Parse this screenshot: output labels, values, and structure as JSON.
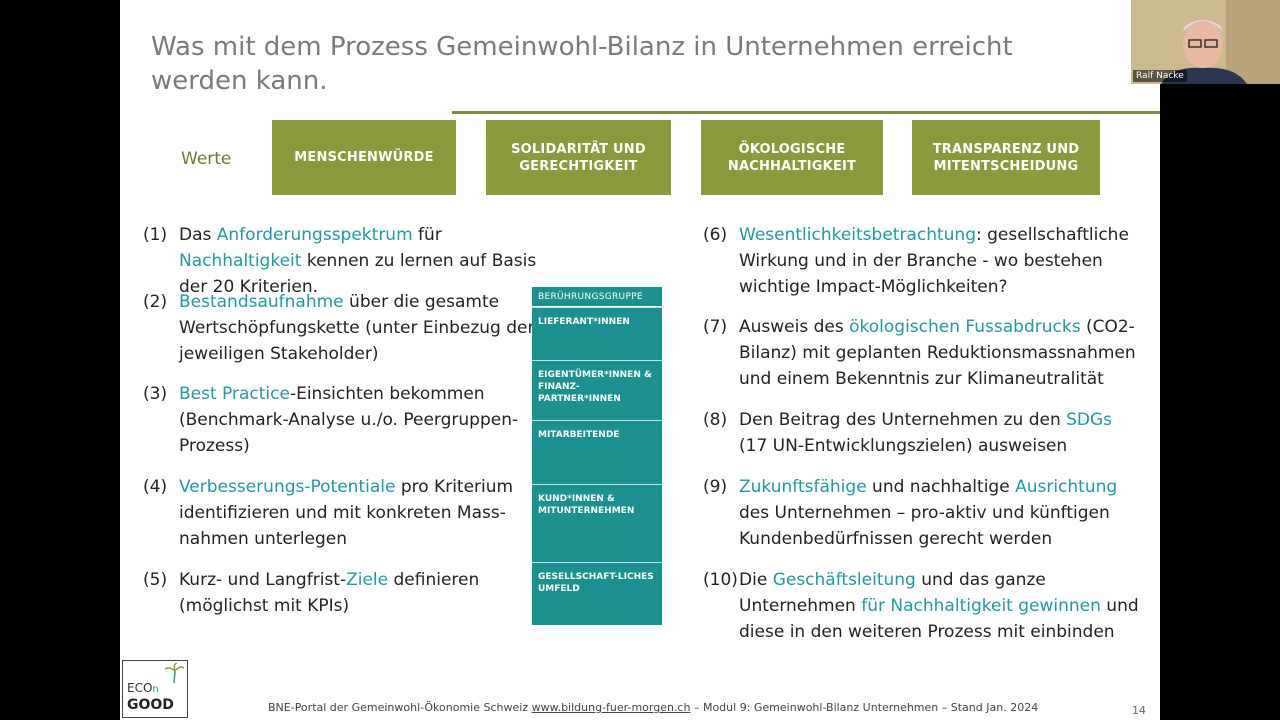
{
  "slide": {
    "title": "Was mit dem Prozess Gemeinwohl-Bilanz in Unternehmen erreicht werden kann.",
    "werte_label": "Werte",
    "values": [
      "MENSCHENWÜRDE",
      "SOLIDARITÄT UND GERECHTIGKEIT",
      "ÖKOLOGISCHE NACHHALTIGKEIT",
      "TRANSPARENZ UND MITENTSCHEIDUNG"
    ],
    "left_items": [
      {
        "num": "(1)",
        "parts": [
          {
            "t": "Das "
          },
          {
            "t": "Anforderungsspektrum",
            "h": true
          },
          {
            "t": " für "
          },
          {
            "t": "Nachhaltigkeit",
            "h": true
          },
          {
            "t": " kennen zu lernen auf Basis der 20 Kriterien."
          }
        ]
      },
      {
        "num": "(2)",
        "parts": [
          {
            "t": " "
          },
          {
            "t": "Bestandsaufnahme",
            "h": true
          },
          {
            "t": " über die gesamte Wertschöpfungskette (unter Einbezug der jeweiligen Stakeholder)"
          }
        ]
      },
      {
        "num": "(3)",
        "parts": [
          {
            "t": " "
          },
          {
            "t": "Best Practice",
            "h": true
          },
          {
            "t": "-Einsichten bekommen (Benchmark-Analyse u./o. Peergruppen-Prozess)"
          }
        ]
      },
      {
        "num": "(4)",
        "parts": [
          {
            "t": " "
          },
          {
            "t": "Verbesserungs-Potentiale",
            "h": true
          },
          {
            "t": " pro Kriterium identifizieren und mit konkreten Mass-nahmen unterlegen"
          }
        ]
      },
      {
        "num": "(5)",
        "parts": [
          {
            "t": " Kurz- und Langfrist-"
          },
          {
            "t": "Ziele",
            "h": true
          },
          {
            "t": " definieren (möglichst mit KPIs)"
          }
        ]
      }
    ],
    "right_items": [
      {
        "num": "(6)",
        "parts": [
          {
            "t": " "
          },
          {
            "t": "Wesentlichkeitsbetrachtung",
            "h": true
          },
          {
            "t": ": gesellschaftliche Wirkung und in der Branche - wo bestehen wichtige Impact-Möglichkeiten?"
          }
        ]
      },
      {
        "num": "(7)",
        "parts": [
          {
            "t": "Ausweis des "
          },
          {
            "t": "ökologischen Fussabdrucks",
            "h": true
          },
          {
            "t": " (CO2-Bilanz) mit geplanten Reduktionsmassnahmen und einem Bekenntnis zur Klimaneutralität"
          }
        ]
      },
      {
        "num": "(8)",
        "parts": [
          {
            "t": "Den Beitrag des Unternehmen zu den "
          },
          {
            "t": "SDGs",
            "h": true
          },
          {
            "t": " (17 UN-Entwicklungszielen) ausweisen"
          }
        ]
      },
      {
        "num": "(9)",
        "parts": [
          {
            "t": " "
          },
          {
            "t": "Zukunftsfähige",
            "h": true
          },
          {
            "t": " und nachhaltige "
          },
          {
            "t": "Ausrichtung",
            "h": true
          },
          {
            "t": " des Unternehmen – pro-aktiv und künftigen Kundenbedürfnissen gerecht werden"
          }
        ]
      },
      {
        "num": "(10)",
        "parts": [
          {
            "t": "Die "
          },
          {
            "t": "Geschäftsleitung",
            "h": true
          },
          {
            "t": " und das ganze Unternehmen "
          },
          {
            "t": "für Nachhaltigkeit gewinnen",
            "h": true
          },
          {
            "t": " und diese in den weiteren Prozess mit einbinden"
          }
        ]
      }
    ],
    "table": {
      "header": "BERÜHRUNGSGRUPPE",
      "rows": [
        "LIEFERANT*INNEN",
        "EIGENTÜMER*INNEN & FINANZ-PARTNER*INNEN",
        "MITARBEITENDE",
        "KUND*INNEN & MITUNTERNEHMEN",
        "GESELLSCHAFT-LICHES UMFELD"
      ]
    },
    "footer": {
      "prefix": "BNE-Portal der Gemeinwohl-Ökonomie Schweiz ",
      "url": "www.bildung-fuer-morgen.ch",
      "suffix": " – Modul 9: Gemeinwohl-Bilanz Unternehmen – Stand Jan. 2024"
    },
    "page_number": "14",
    "logo": {
      "line1": "ECO",
      "line1b": "n",
      "line2": "GOOD"
    }
  },
  "webcam": {
    "name": "Ralf Nacke"
  },
  "colors": {
    "accent": "#1e9aa3",
    "olive": "#8a9a3d",
    "teal_table": "#1b9090"
  }
}
